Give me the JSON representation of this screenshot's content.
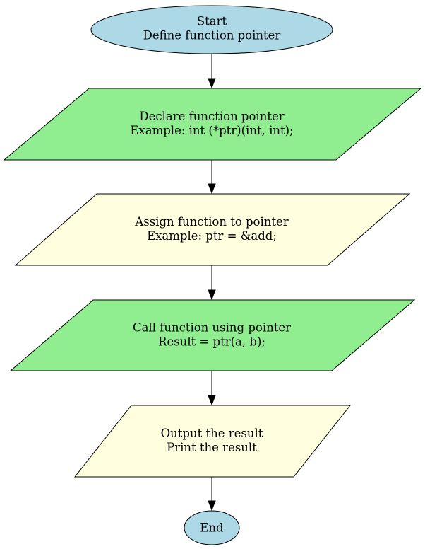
{
  "colors": {
    "terminal": "#add8e6",
    "green": "#90ee90",
    "yellow": "#ffffe0",
    "stroke": "#000000"
  },
  "nodes": {
    "start": {
      "line1": "Start",
      "line2": "Define function pointer"
    },
    "declare": {
      "line1": "Declare function pointer",
      "line2": "Example: int (*ptr)(int, int);"
    },
    "assign": {
      "line1": "Assign function to pointer",
      "line2": "Example: ptr = &add;"
    },
    "call": {
      "line1": "Call function using pointer",
      "line2": "Result = ptr(a, b);"
    },
    "output": {
      "line1": "Output the result",
      "line2": "Print the result"
    },
    "end": {
      "line1": "End"
    }
  }
}
